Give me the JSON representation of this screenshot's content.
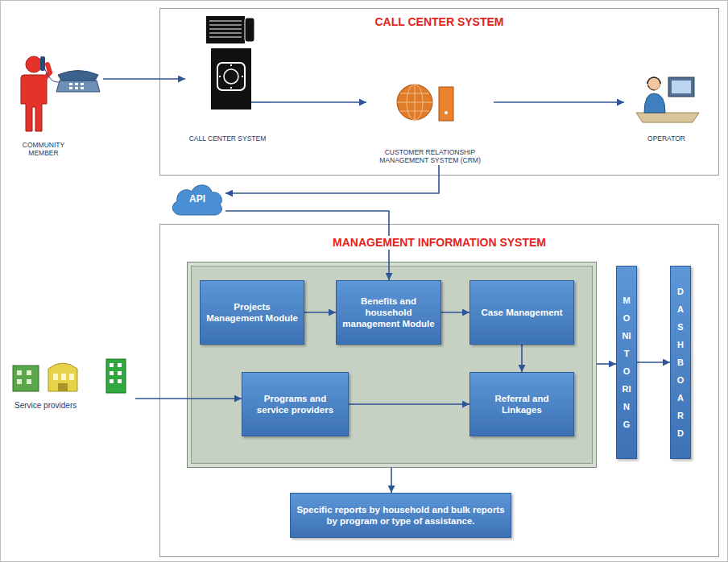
{
  "diagram": {
    "nodes": [
      {
        "text": [
          "COMMUNITY MEMBER"
        ]
      },
      {
        "text": [
          "CALL CENTER SYSTEM"
        ]
      },
      {
        "text": [
          "CALL CENTER SYSTEM"
        ],
        "in": 1
      },
      {
        "text": [
          "CUSTOMER RELATIONSHIP MANAGEMENT SYSTEM (CRM)"
        ],
        "in": 1
      },
      {
        "text": [
          "OPERATOR"
        ],
        "in": 1
      },
      {
        "text": [
          "API"
        ]
      },
      {
        "text": [
          "MANAGEMENT INFORMATION SYSTEM"
        ]
      },
      {
        "text": [
          "Projects Management Module"
        ],
        "in": 6
      },
      {
        "text": [
          "Benefits and household management Module"
        ],
        "in": 6
      },
      {
        "text": [
          "Case Management"
        ],
        "in": 6
      },
      {
        "text": [
          "Programs and service providers"
        ],
        "in": 6
      },
      {
        "text": [
          "Referral and Linkages"
        ],
        "in": 6
      },
      {
        "text": [
          "MONITORING"
        ],
        "in": 6
      },
      {
        "text": [
          "DASHBOARD"
        ],
        "in": 6
      },
      {
        "text": [
          "Specific reports by household and bulk reports by program or type of assistance."
        ],
        "in": 6
      },
      {
        "text": [
          "Service providers"
        ]
      }
    ],
    "edges": [
      {
        "from": 0,
        "to": 2,
        "arrow": "to"
      },
      {
        "from": 2,
        "to": 3,
        "arrow": "to"
      },
      {
        "from": 3,
        "to": 4,
        "arrow": "to"
      },
      {
        "from": 3,
        "to": 5,
        "arrow": "to"
      },
      {
        "from": 5,
        "to": 8,
        "arrow": "to"
      },
      {
        "from": 7,
        "to": 8,
        "arrow": "to"
      },
      {
        "from": 8,
        "to": 9,
        "arrow": "to"
      },
      {
        "from": 9,
        "to": 11,
        "arrow": "to"
      },
      {
        "from": 10,
        "to": 11,
        "arrow": "to"
      },
      {
        "from": 15,
        "to": 10,
        "arrow": "to"
      },
      {
        "from": 12,
        "to": 13,
        "arrow": "to"
      }
    ]
  }
}
